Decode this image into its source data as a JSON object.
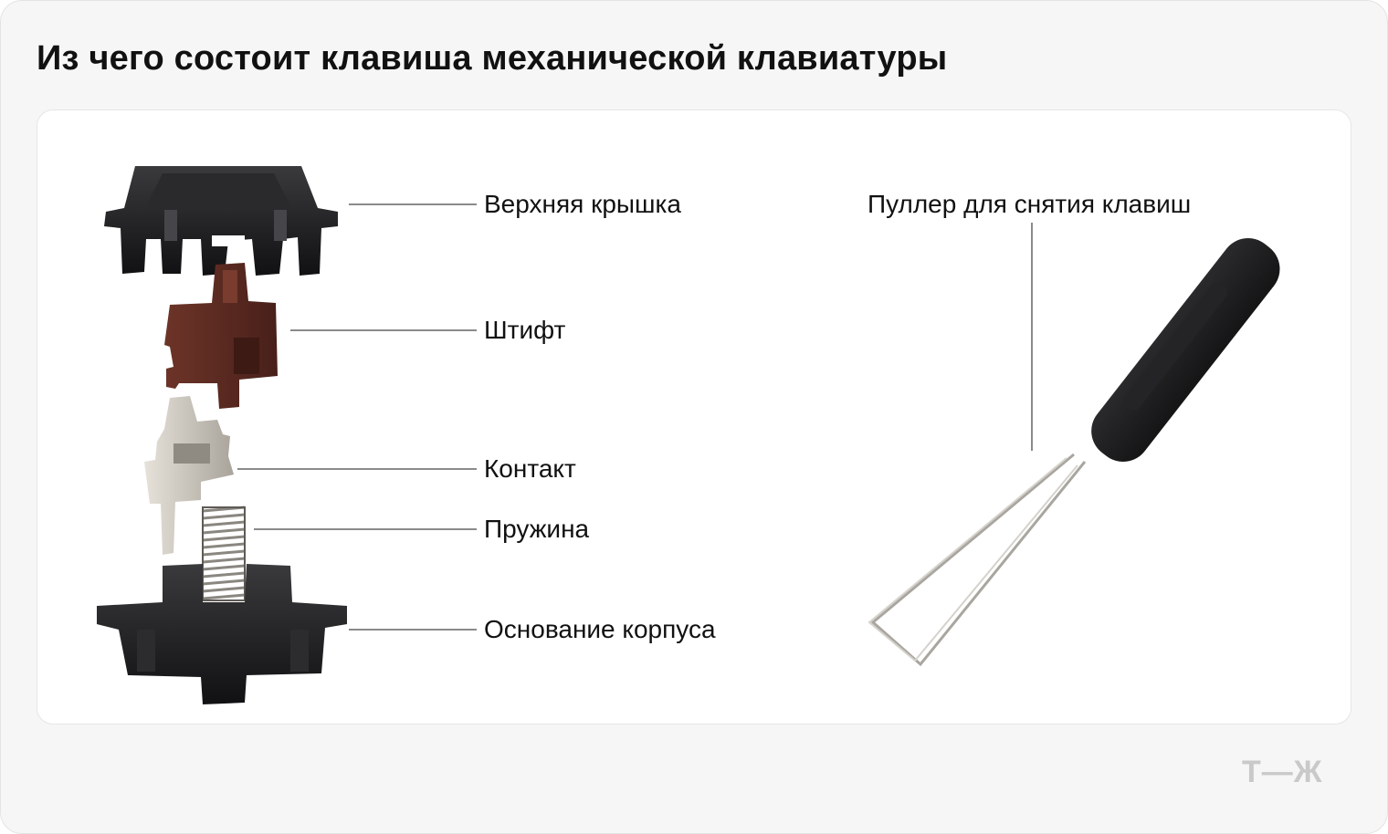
{
  "title": "Из чего состоит клавиша механической клавиатуры",
  "labels": {
    "top_cover": "Верхняя крышка",
    "stem": "Штифт",
    "contact": "Контакт",
    "spring": "Пружина",
    "base": "Основание корпуса",
    "puller": "Пуллер для снятия клавиш"
  },
  "logo": "Т—Ж",
  "colors": {
    "background": "#f6f6f6",
    "panel": "#ffffff",
    "plastic_black": "#1c1c1e",
    "stem_brown": "#5a2a22",
    "metal": "#c8c4bc",
    "leader_line": "#8a8a8a"
  }
}
